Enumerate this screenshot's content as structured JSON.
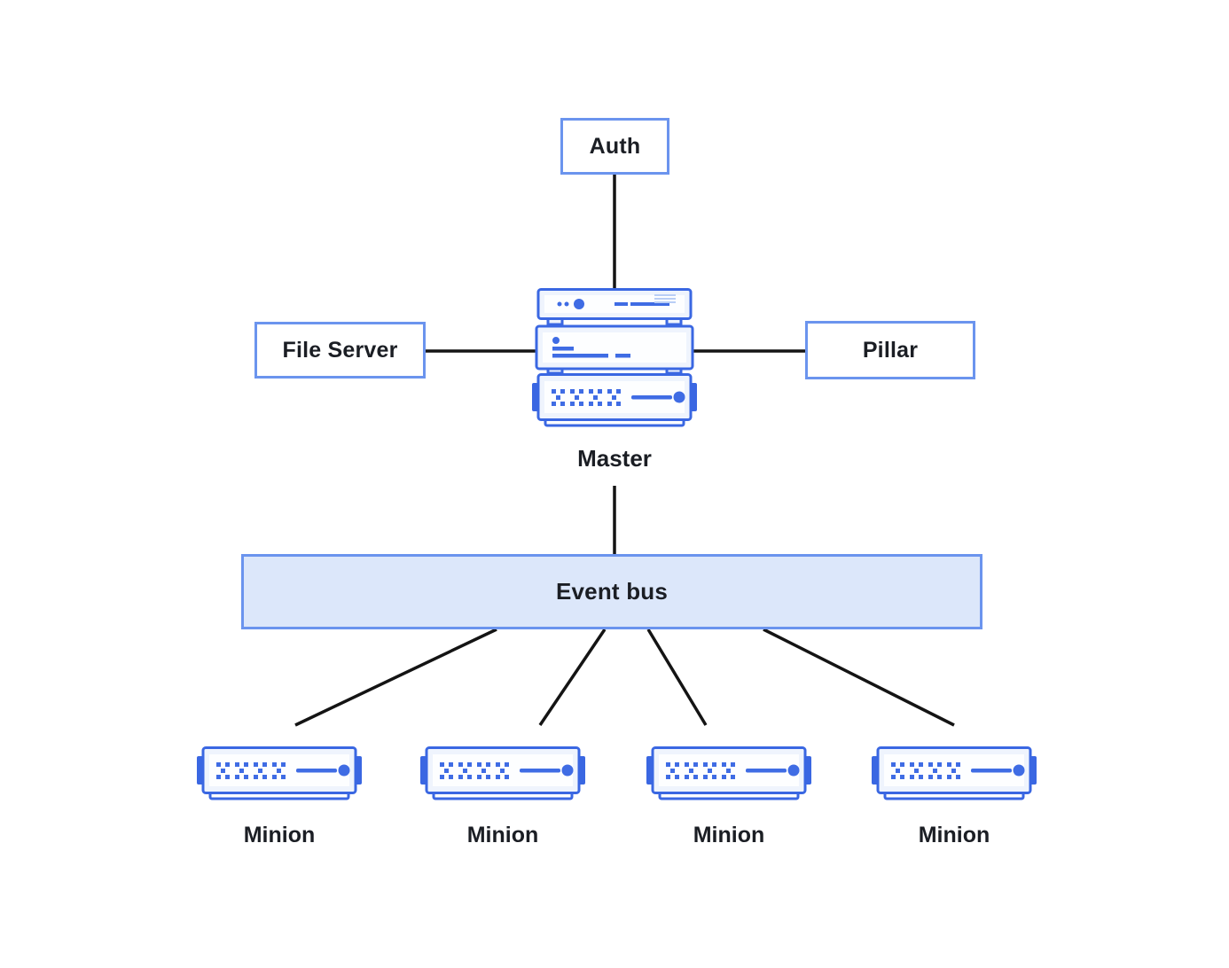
{
  "diagram": {
    "nodes": {
      "auth": {
        "label": "Auth"
      },
      "file_server": {
        "label": "File Server"
      },
      "pillar": {
        "label": "Pillar"
      },
      "master": {
        "label": "Master"
      },
      "event_bus": {
        "label": "Event bus"
      },
      "minions": [
        {
          "label": "Minion"
        },
        {
          "label": "Minion"
        },
        {
          "label": "Minion"
        },
        {
          "label": "Minion"
        }
      ]
    },
    "edges": [
      {
        "from": "auth",
        "to": "master"
      },
      {
        "from": "file_server",
        "to": "master"
      },
      {
        "from": "master",
        "to": "pillar"
      },
      {
        "from": "master",
        "to": "event_bus"
      },
      {
        "from": "event_bus",
        "to": "minion-1"
      },
      {
        "from": "event_bus",
        "to": "minion-2"
      },
      {
        "from": "event_bus",
        "to": "minion-3"
      },
      {
        "from": "event_bus",
        "to": "minion-4"
      }
    ],
    "icons": {
      "master": "server-stack-icon",
      "minion": "rack-server-icon"
    },
    "colors": {
      "icon_blue": "#3A67E2",
      "icon_detail_blue": "#3F6CE4",
      "box_border_blue": "#6B94EE",
      "event_bus_fill": "#DCE7FA",
      "icon_light_fill": "#EFF4FD",
      "icon_inner_fill": "#FDFEFF",
      "icon_faint_line": "#B9CEF6",
      "connector_black": "#141414",
      "text_color": "#1B1E24",
      "background": "#FFFFFF"
    }
  }
}
